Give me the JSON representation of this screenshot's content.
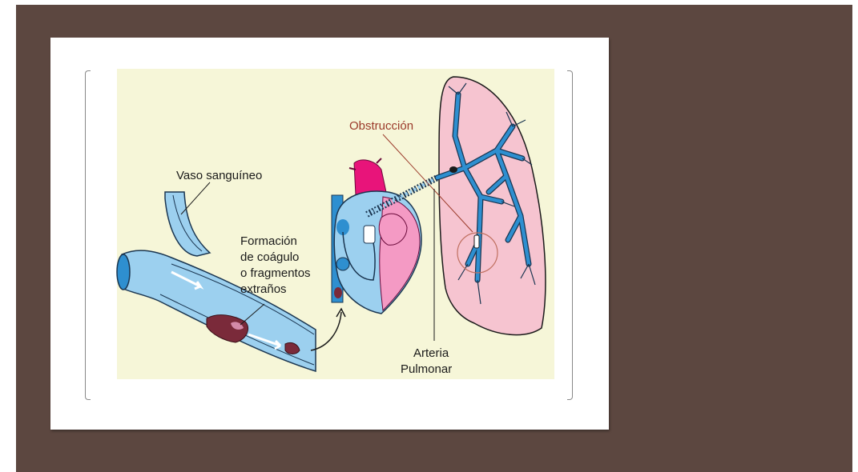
{
  "labels": {
    "vessel": "Vaso sanguíneo",
    "clot": [
      "Formación",
      "de coágulo",
      "o fragmentos",
      "extraños"
    ],
    "obstruction": "Obstrucción",
    "artery": [
      "Arteria",
      "Pulmonar"
    ]
  },
  "colors": {
    "slide_bg": "#5c4740",
    "diagram_bg": "#f6f6d8",
    "vessel_blue": "#9cd0ef",
    "deep_blue": "#2e8fd0",
    "lung_pink": "#f6c4d0",
    "heart_magenta": "#e8147a",
    "clot": "#7a2a3a"
  }
}
